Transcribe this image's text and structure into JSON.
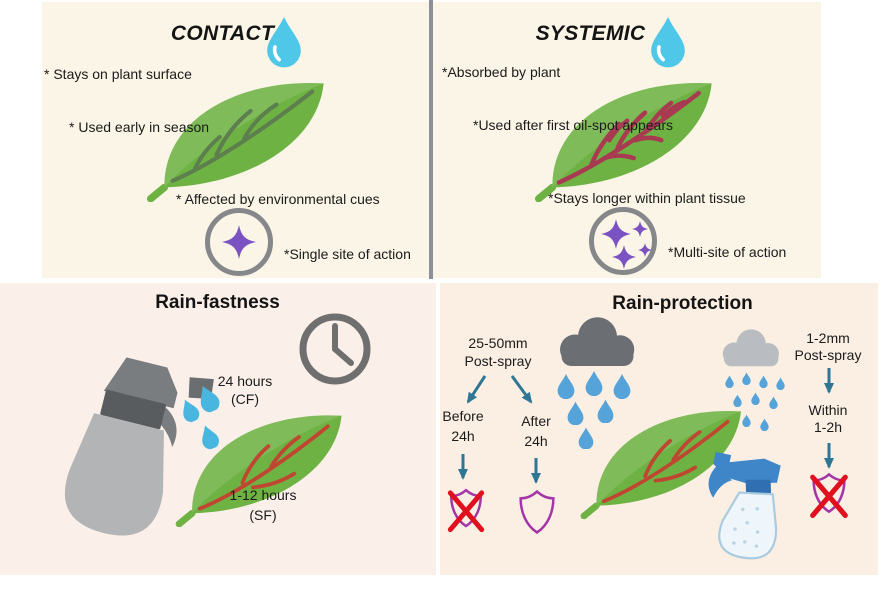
{
  "colors": {
    "top_panel_bg": "#FAF5E6",
    "bottom_left_bg": "#FAF0E9",
    "bottom_right_bg": "#FBEFE3",
    "divider_gray": "#8A8F98",
    "leaf_green": "#6FB244",
    "contact_vein_green": "#5C7F4D",
    "systemic_vein_crimson": "#A83A52",
    "rust_vein_red": "#BF4731",
    "water_drop_cyan": "#4EC7E8",
    "spray_mist_cyan": "#49B6E0",
    "rain_blue": "#55A3D8",
    "sparkle_purple": "#7B52C2",
    "ring_gray": "#85878A",
    "clock_gray": "#6F6F6F",
    "arrow_teal": "#2E7694",
    "shield_purple": "#A335A8",
    "cross_red": "#E0101E",
    "cloud_dark": "#6B6F73",
    "cloud_light": "#B9BDC1",
    "bottle_gray": "#B2B4B6",
    "bottle_blue": "#3E86C8"
  },
  "icons": {
    "water_drop": "teardrop",
    "leaf": "leaf-with-veins",
    "sparkle": "four-point-star",
    "clock": "clock-face",
    "spray_bottle_gray": "trigger-spray-bottle",
    "spray_bottle_blue": "trigger-spray-bottle",
    "cloud_heavy": "dark-rain-cloud",
    "cloud_light": "light-rain-cloud",
    "shield": "protection-shield",
    "cross": "red-x-mark"
  },
  "panels": {
    "contact": {
      "title": "CONTACT",
      "bullets": [
        "* Stays on plant surface",
        "* Used early in season",
        "* Affected by environmental cues",
        "*Single site of action"
      ]
    },
    "systemic": {
      "title": "SYSTEMIC",
      "bullets": [
        "*Absorbed by plant",
        "*Used after first oil-spot appears",
        "*Stays longer within plant tissue",
        "*Multi-site of action"
      ]
    },
    "rain_fastness": {
      "title": "Rain-fastness",
      "contact_duration": "24 hours",
      "contact_code": "(CF)",
      "systemic_duration": "1-12 hours",
      "systemic_code": "(SF)"
    },
    "rain_protection": {
      "title": "Rain-protection",
      "heavy": {
        "amount": "25-50mm",
        "label": "Post-spray",
        "before_l1": "Before",
        "before_l2": "24h",
        "after_l1": "After",
        "after_l2": "24h"
      },
      "light": {
        "amount": "1-2mm",
        "label": "Post-spray",
        "within_l1": "Within",
        "within_l2": "1-2h"
      }
    }
  }
}
